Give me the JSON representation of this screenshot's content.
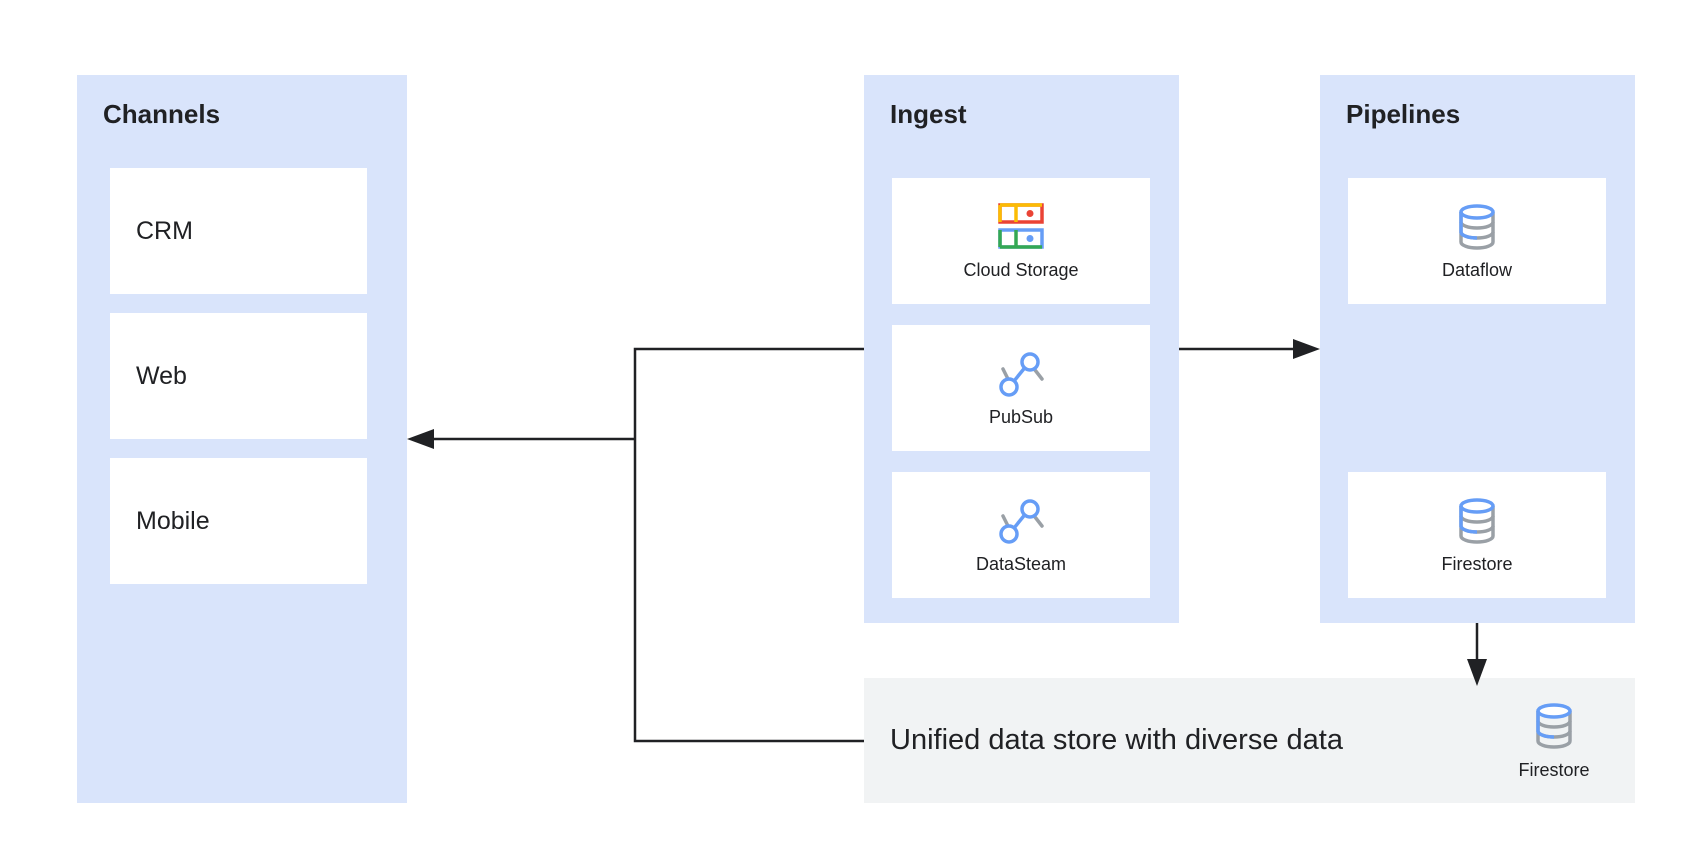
{
  "channels": {
    "title": "Channels",
    "items": [
      "CRM",
      "Web",
      "Mobile"
    ]
  },
  "ingest": {
    "title": "Ingest",
    "items": [
      {
        "label": "Cloud Storage",
        "icon": "cloud-storage-icon"
      },
      {
        "label": "PubSub",
        "icon": "pubsub-icon"
      },
      {
        "label": "DataSteam",
        "icon": "datastream-icon"
      }
    ]
  },
  "pipelines": {
    "title": "Pipelines",
    "items": [
      {
        "label": "Dataflow",
        "icon": "database-icon"
      },
      {
        "label": "Firestore",
        "icon": "database-icon"
      }
    ]
  },
  "store": {
    "title": "Unified data store with diverse data",
    "label": "Firestore",
    "icon": "database-icon"
  },
  "colors": {
    "panel": "#d9e4fb",
    "card": "#ffffff",
    "store_bg": "#f1f3f4",
    "arrow": "#202124",
    "google_blue": "#669df6",
    "google_red": "#ea4335",
    "google_yellow": "#fbbc04",
    "google_green": "#34a853",
    "grey": "#9aa0a6"
  }
}
